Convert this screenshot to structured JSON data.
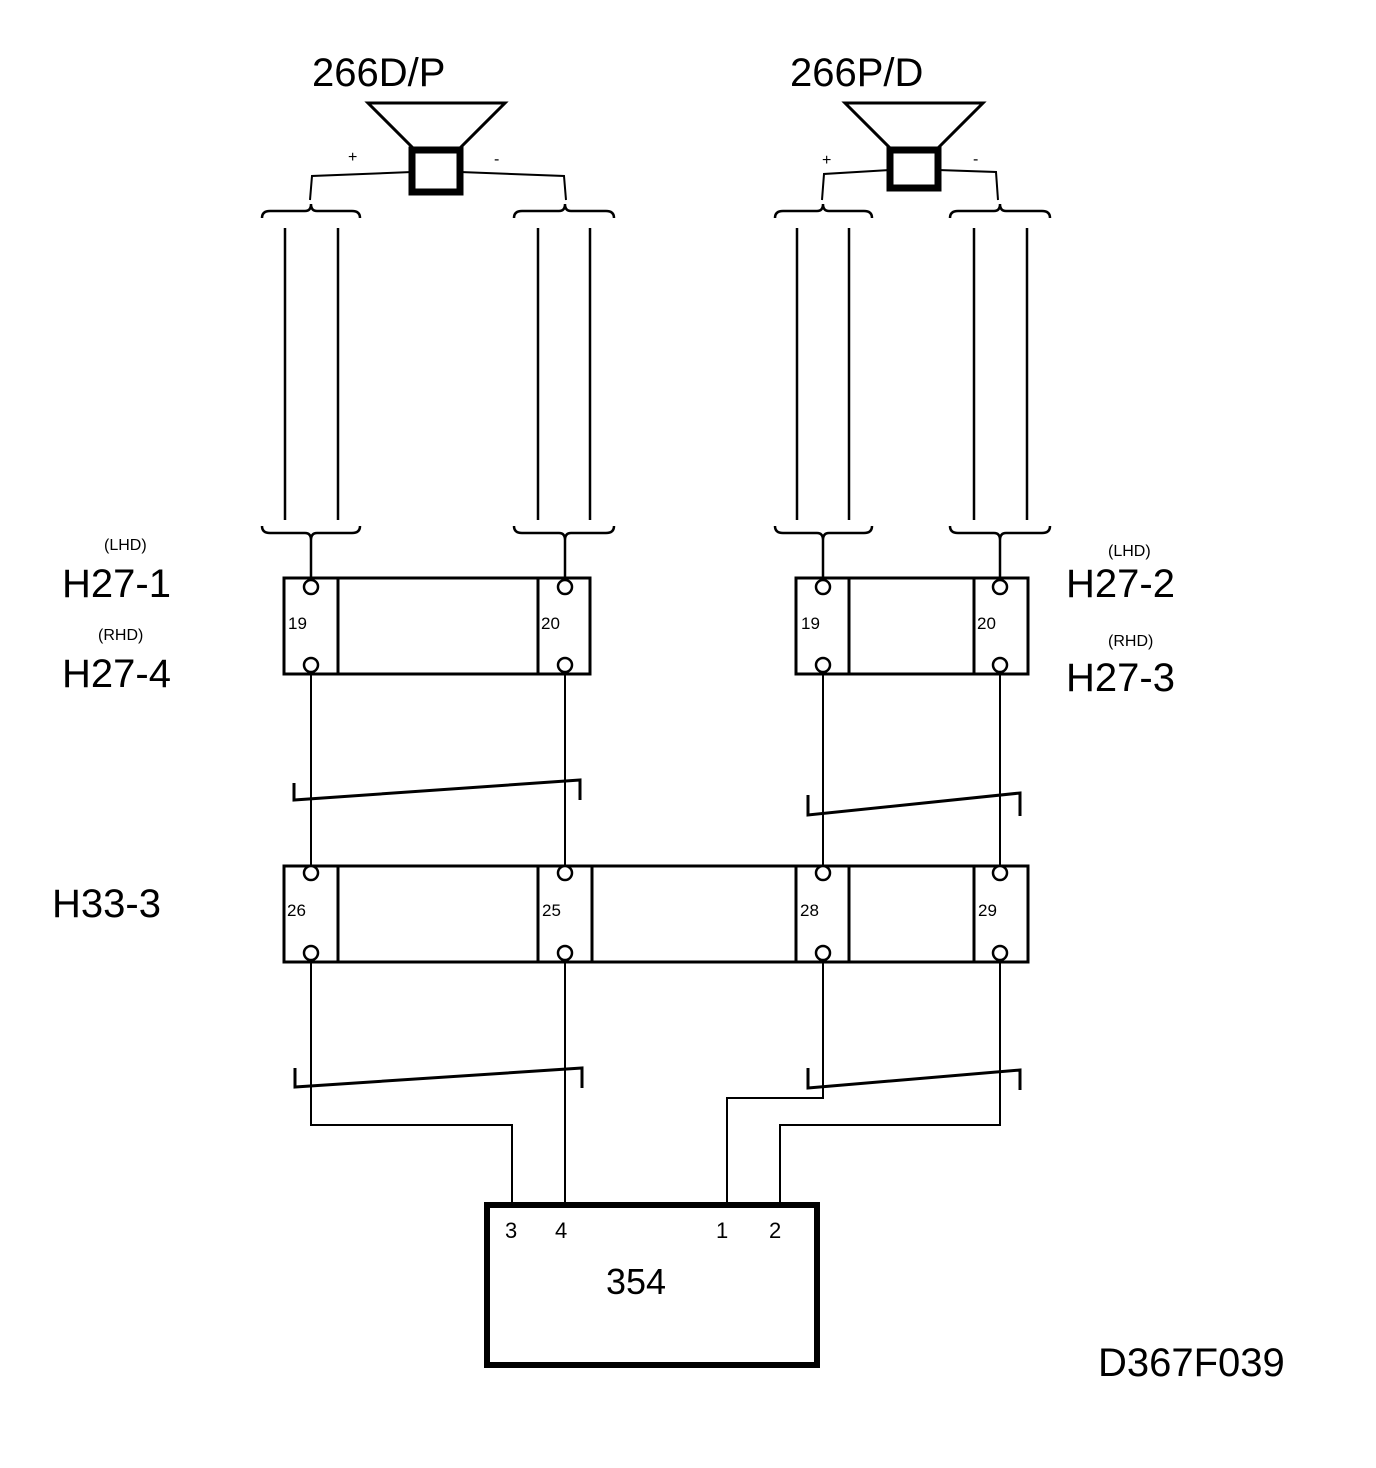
{
  "speakers": {
    "left": {
      "label": "266D/P",
      "plus": "+",
      "minus": "-"
    },
    "right": {
      "label": "266P/D",
      "plus": "+",
      "minus": "-"
    }
  },
  "connectors": {
    "h27_left_lhd": {
      "note": "(LHD)",
      "label": "H27-1"
    },
    "h27_left_rhd": {
      "note": "(RHD)",
      "label": "H27-4"
    },
    "h27_right_lhd": {
      "note": "(LHD)",
      "label": "H27-2"
    },
    "h27_right_rhd": {
      "note": "(RHD)",
      "label": "H27-3"
    },
    "h33": {
      "label": "H33-3"
    }
  },
  "pins": {
    "h27_left": [
      "19",
      "20"
    ],
    "h27_right": [
      "19",
      "20"
    ],
    "h33": [
      "26",
      "25",
      "28",
      "29"
    ]
  },
  "module": {
    "label": "354",
    "pins": [
      "3",
      "4",
      "1",
      "2"
    ]
  },
  "figure_code": "D367F039"
}
